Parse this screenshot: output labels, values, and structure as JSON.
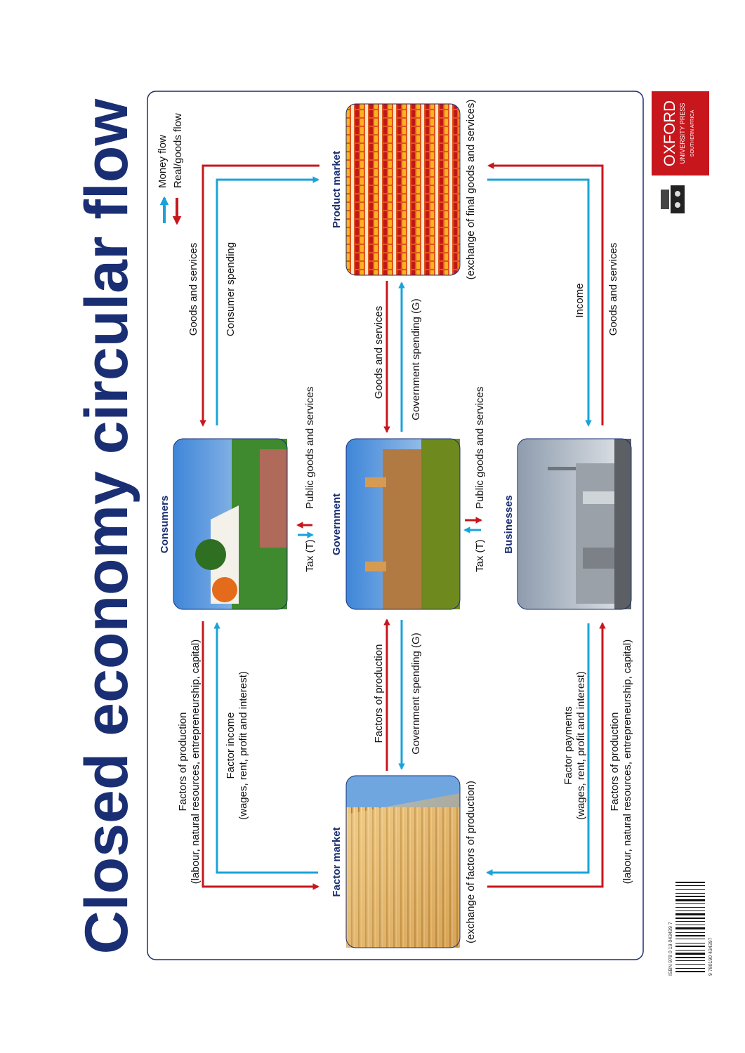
{
  "title": "Closed economy circular flow",
  "colors": {
    "money_flow": "#1aa3d8",
    "real_flow": "#c8161d",
    "brand_navy": "#1a2f73",
    "oxford_red": "#c8161d"
  },
  "legend": {
    "money_flow": "Money flow",
    "real_flow": "Real/goods flow"
  },
  "nodes": {
    "factor_market": {
      "label": "Factor market",
      "note": "(exchange of factors of production)",
      "image_icon": "timber-photo"
    },
    "product_market": {
      "label": "Product market",
      "note": "(exchange of final goods and services)",
      "image_icon": "supermarket-shelves-photo"
    },
    "consumers": {
      "label": "Consumers",
      "image_icon": "house-garden-photo"
    },
    "government": {
      "label": "Government",
      "image_icon": "union-buildings-photo"
    },
    "businesses": {
      "label": "Businesses",
      "image_icon": "factory-photo"
    }
  },
  "flows": {
    "consumers_factor_real": {
      "line1": "Factors of production",
      "line2": "(labour, natural resources, entrepreneurship, capital)"
    },
    "consumers_factor_money": {
      "line1": "Factor income",
      "line2": "(wages, rent, profit and interest)"
    },
    "consumers_product_real": "Goods and services",
    "consumers_product_money": "Consumer spending",
    "consumers_gov_tax": "Tax (T)",
    "consumers_gov_public": "Public goods and services",
    "gov_factor_real": "Factors of production",
    "gov_factor_money": "Government spending (G)",
    "gov_product_real": "Goods and services",
    "gov_product_money": "Government spending (G)",
    "business_gov_tax": "Tax (T)",
    "business_gov_public": "Public goods and services",
    "business_factor_money": {
      "line1": "Factor payments",
      "line2": "(wages, rent, profit and interest)"
    },
    "business_factor_real": {
      "line1": "Factors of production",
      "line2": "(labour, natural resources, entrepreneurship, capital)"
    },
    "business_product_money": "Income",
    "business_product_real": "Goods and services"
  },
  "publisher": {
    "name": "OXFORD",
    "line2": "UNIVERSITY PRESS",
    "line3": "SOUTHERN AFRICA",
    "partner_icon": "foundation-logo"
  },
  "isbn": "ISBN 978 0 19 043439 7",
  "barcode_digits": "9 780190 434397"
}
